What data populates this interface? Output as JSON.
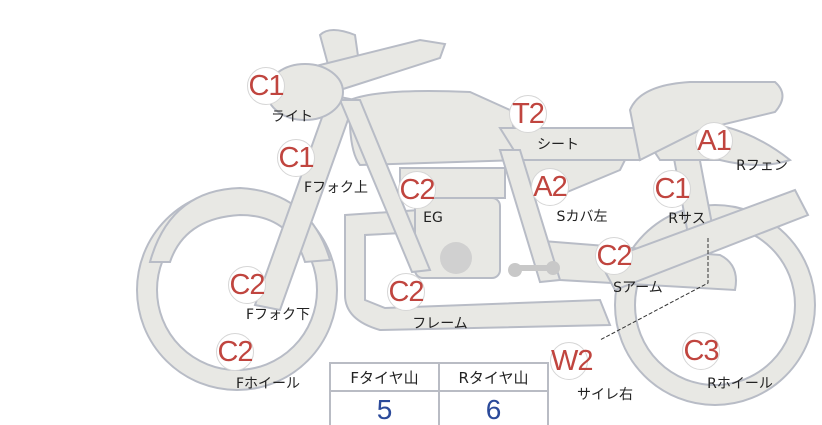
{
  "tags": [
    {
      "code": "C1",
      "label": "ライト"
    },
    {
      "code": "C1",
      "label": "Fフォク上"
    },
    {
      "code": "C2",
      "label": "EG"
    },
    {
      "code": "T2",
      "label": "シート"
    },
    {
      "code": "A2",
      "label": "Sカバ左"
    },
    {
      "code": "C1",
      "label": "Rサス"
    },
    {
      "code": "A1",
      "label": "Rフェン"
    },
    {
      "code": "C2",
      "label": "Sアーム"
    },
    {
      "code": "C2",
      "label": "Fフォク下"
    },
    {
      "code": "C2",
      "label": "フレーム"
    },
    {
      "code": "C2",
      "label": "Fホイール"
    },
    {
      "code": "W2",
      "label": "サイレ右"
    },
    {
      "code": "C3",
      "label": "Rホイール"
    }
  ],
  "tread_table": {
    "headers": [
      "Fタイヤ山",
      "Rタイヤ山"
    ],
    "values": [
      "5",
      "6"
    ]
  },
  "colors": {
    "code": "#c0453f",
    "value": "#2b4a9a",
    "body_fill": "#e8e8e4",
    "body_stroke": "#b8bcc6"
  }
}
